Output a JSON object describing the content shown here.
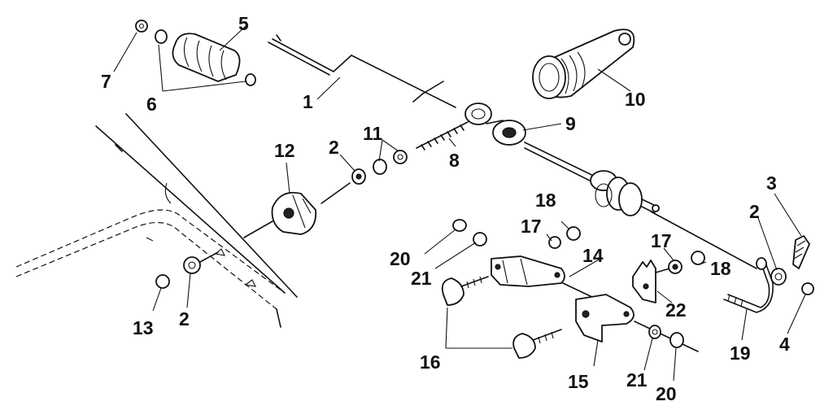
{
  "callouts": [
    {
      "id": "c1",
      "text": "1"
    },
    {
      "id": "c2a",
      "text": "2"
    },
    {
      "id": "c2b",
      "text": "2"
    },
    {
      "id": "c2c",
      "text": "2"
    },
    {
      "id": "c3",
      "text": "3"
    },
    {
      "id": "c4",
      "text": "4"
    },
    {
      "id": "c5",
      "text": "5"
    },
    {
      "id": "c6",
      "text": "6"
    },
    {
      "id": "c7",
      "text": "7"
    },
    {
      "id": "c8",
      "text": "8"
    },
    {
      "id": "c9",
      "text": "9"
    },
    {
      "id": "c10",
      "text": "10"
    },
    {
      "id": "c11",
      "text": "11"
    },
    {
      "id": "c12",
      "text": "12"
    },
    {
      "id": "c13",
      "text": "13"
    },
    {
      "id": "c14",
      "text": "14"
    },
    {
      "id": "c15",
      "text": "15"
    },
    {
      "id": "c16",
      "text": "16"
    },
    {
      "id": "c17a",
      "text": "17"
    },
    {
      "id": "c17b",
      "text": "17"
    },
    {
      "id": "c18a",
      "text": "18"
    },
    {
      "id": "c18b",
      "text": "18"
    },
    {
      "id": "c19",
      "text": "19"
    },
    {
      "id": "c20a",
      "text": "20"
    },
    {
      "id": "c20b",
      "text": "20"
    },
    {
      "id": "c21a",
      "text": "21"
    },
    {
      "id": "c21b",
      "text": "21"
    },
    {
      "id": "c22",
      "text": "22"
    }
  ]
}
